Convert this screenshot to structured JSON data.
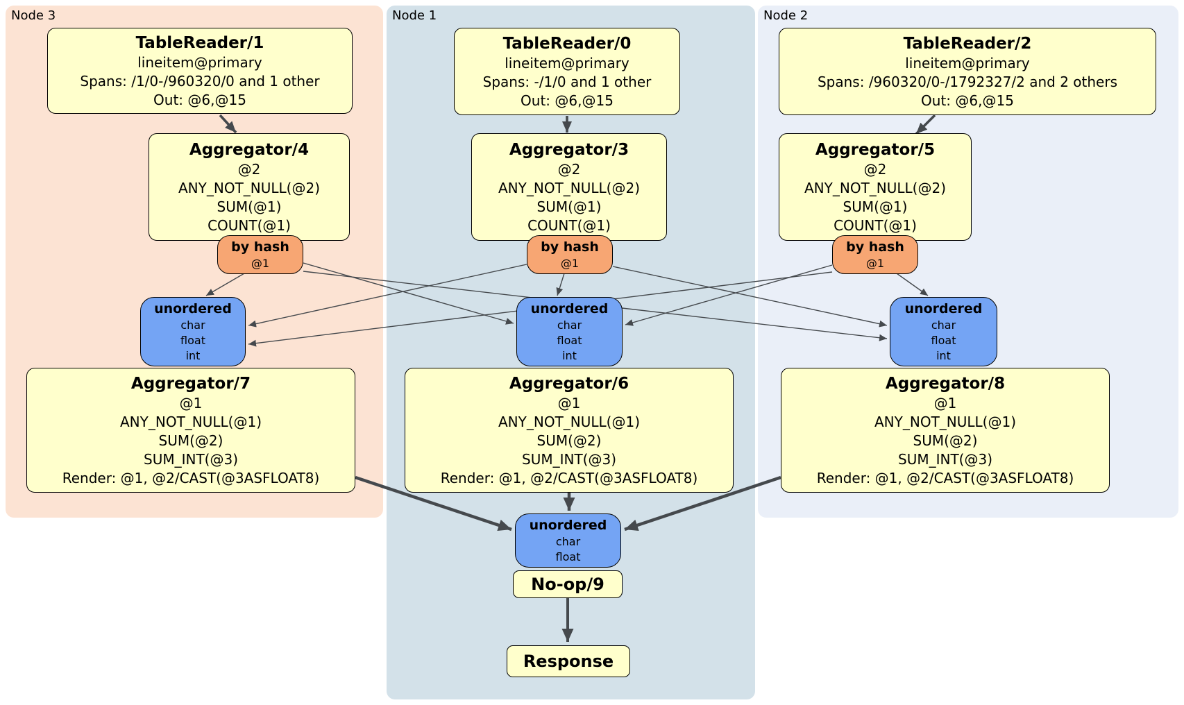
{
  "panels": {
    "node3": {
      "label": "Node 3"
    },
    "node1": {
      "label": "Node 1"
    },
    "node2": {
      "label": "Node 2"
    }
  },
  "node3": {
    "reader": {
      "title": "TableReader/1",
      "lines": [
        "lineitem@primary",
        "Spans: /1/0-/960320/0 and 1 other",
        "Out: @6,@15"
      ]
    },
    "agg_top": {
      "title": "Aggregator/4",
      "lines": [
        "@2",
        "ANY_NOT_NULL(@2)",
        "SUM(@1)",
        "COUNT(@1)"
      ]
    },
    "router": {
      "title": "by hash",
      "detail": "@1"
    },
    "sync": {
      "title": "unordered",
      "types": [
        "char",
        "float",
        "int"
      ]
    },
    "agg_bottom": {
      "title": "Aggregator/7",
      "lines": [
        "@1",
        "ANY_NOT_NULL(@1)",
        "SUM(@2)",
        "SUM_INT(@3)",
        "Render: @1, @2/CAST(@3ASFLOAT8)"
      ]
    }
  },
  "node1": {
    "reader": {
      "title": "TableReader/0",
      "lines": [
        "lineitem@primary",
        "Spans: -/1/0 and 1 other",
        "Out: @6,@15"
      ]
    },
    "agg_top": {
      "title": "Aggregator/3",
      "lines": [
        "@2",
        "ANY_NOT_NULL(@2)",
        "SUM(@1)",
        "COUNT(@1)"
      ]
    },
    "router": {
      "title": "by hash",
      "detail": "@1"
    },
    "sync": {
      "title": "unordered",
      "types": [
        "char",
        "float",
        "int"
      ]
    },
    "agg_bottom": {
      "title": "Aggregator/6",
      "lines": [
        "@1",
        "ANY_NOT_NULL(@1)",
        "SUM(@2)",
        "SUM_INT(@3)",
        "Render: @1, @2/CAST(@3ASFLOAT8)"
      ]
    }
  },
  "node2": {
    "reader": {
      "title": "TableReader/2",
      "lines": [
        "lineitem@primary",
        "Spans: /960320/0-/1792327/2 and 2 others",
        "Out: @6,@15"
      ]
    },
    "agg_top": {
      "title": "Aggregator/5",
      "lines": [
        "@2",
        "ANY_NOT_NULL(@2)",
        "SUM(@1)",
        "COUNT(@1)"
      ]
    },
    "router": {
      "title": "by hash",
      "detail": "@1"
    },
    "sync": {
      "title": "unordered",
      "types": [
        "char",
        "float",
        "int"
      ]
    },
    "agg_bottom": {
      "title": "Aggregator/8",
      "lines": [
        "@1",
        "ANY_NOT_NULL(@1)",
        "SUM(@2)",
        "SUM_INT(@3)",
        "Render: @1, @2/CAST(@3ASFLOAT8)"
      ]
    }
  },
  "final": {
    "sync": {
      "title": "unordered",
      "types": [
        "char",
        "float"
      ]
    },
    "noop": {
      "title": "No-op/9"
    },
    "response": {
      "title": "Response"
    }
  },
  "colors": {
    "panel_node3": "#fce3d3",
    "panel_node1": "#d3e1e9",
    "panel_node2": "#eaeff8",
    "box_fill": "#ffffcc",
    "router_fill": "#f7a673",
    "sync_fill": "#74a4f4",
    "edge": "#45494d"
  }
}
